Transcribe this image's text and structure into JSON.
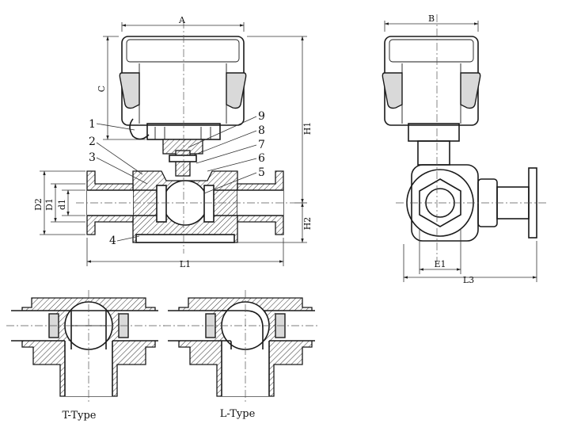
{
  "dimensions": {
    "A": "A",
    "B": "B",
    "C": "C",
    "H1": "H1",
    "H2": "H2",
    "D2": "D2",
    "D1": "D1",
    "d1": "d1",
    "L1": "L1",
    "E1": "E1",
    "L3": "L3"
  },
  "callouts": [
    "1",
    "2",
    "3",
    "4",
    "5",
    "6",
    "7",
    "8",
    "9"
  ],
  "captions": {
    "t_type": "T-Type",
    "l_type": "L-Type"
  }
}
